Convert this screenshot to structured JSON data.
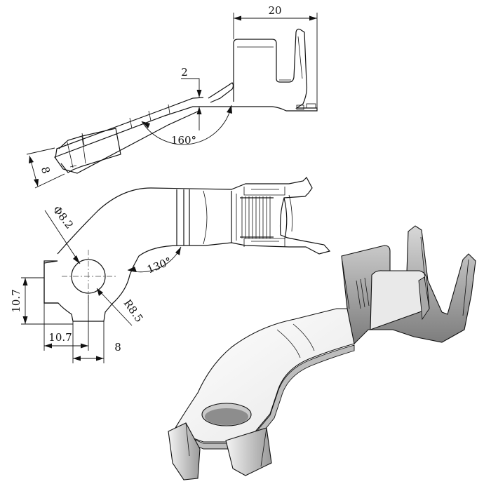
{
  "drawing": {
    "dimensions": {
      "width_top": "20",
      "thickness": "2",
      "bend_angle": "160°",
      "height_side": "8",
      "hole_diameter": "Φ8.2",
      "crimp_angle": "130°",
      "ring_height": "10.7",
      "ring_width": "10.7",
      "tab_width": "8",
      "ring_radius": "R8.5"
    },
    "colors": {
      "line": "#111111",
      "shade_light": "#f2f2f2",
      "shade_mid": "#c8c8c8",
      "shade_dark": "#8a8a8a"
    }
  }
}
